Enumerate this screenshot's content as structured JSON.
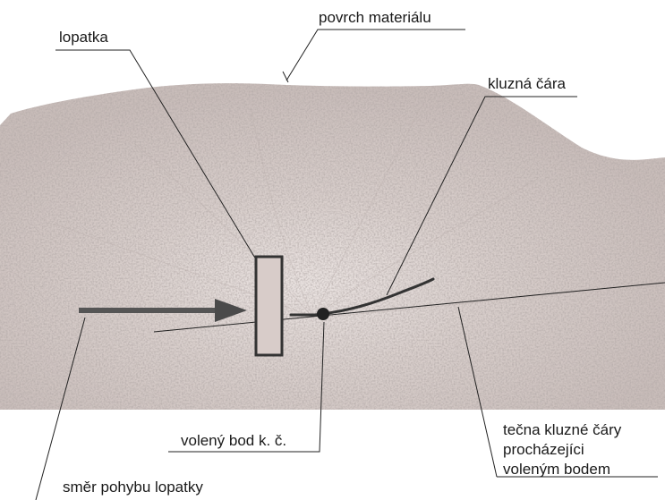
{
  "labels": {
    "blade": "lopatka",
    "material_surface": "povrch materiálu",
    "slip_line": "kluzná čára",
    "chosen_point": "volený bod k. č.",
    "tangent": [
      "tečna kluzné čáry",
      "procházejíci",
      "voleným bodem"
    ],
    "blade_motion_direction": "směr pohybu lopatky"
  },
  "colors": {
    "background": "#ffffff",
    "material": "#d7cdca",
    "material_shadow": "#c4b8b5",
    "material_light": "#ebe4e2",
    "ink": "#222222",
    "blade_fill": "#d8ccc9"
  }
}
